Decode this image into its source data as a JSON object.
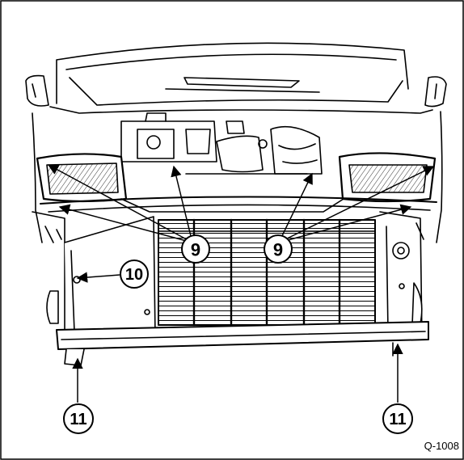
{
  "figure": {
    "code": "Q-1008",
    "callouts": [
      {
        "id": "headlamp-mount-left-outer",
        "label": "9"
      },
      {
        "id": "headlamp-mount-left-inner",
        "label": "9"
      },
      {
        "id": "headlamp-mount-right-inner",
        "label": "9"
      },
      {
        "id": "headlamp-mount-right-outer",
        "label": "9"
      },
      {
        "id": "side-bolt-left",
        "label": "10"
      },
      {
        "id": "lower-mount-left",
        "label": "11"
      },
      {
        "id": "lower-mount-right",
        "label": "11"
      }
    ]
  },
  "colors": {
    "ink": "#000000",
    "paper": "#ffffff"
  }
}
